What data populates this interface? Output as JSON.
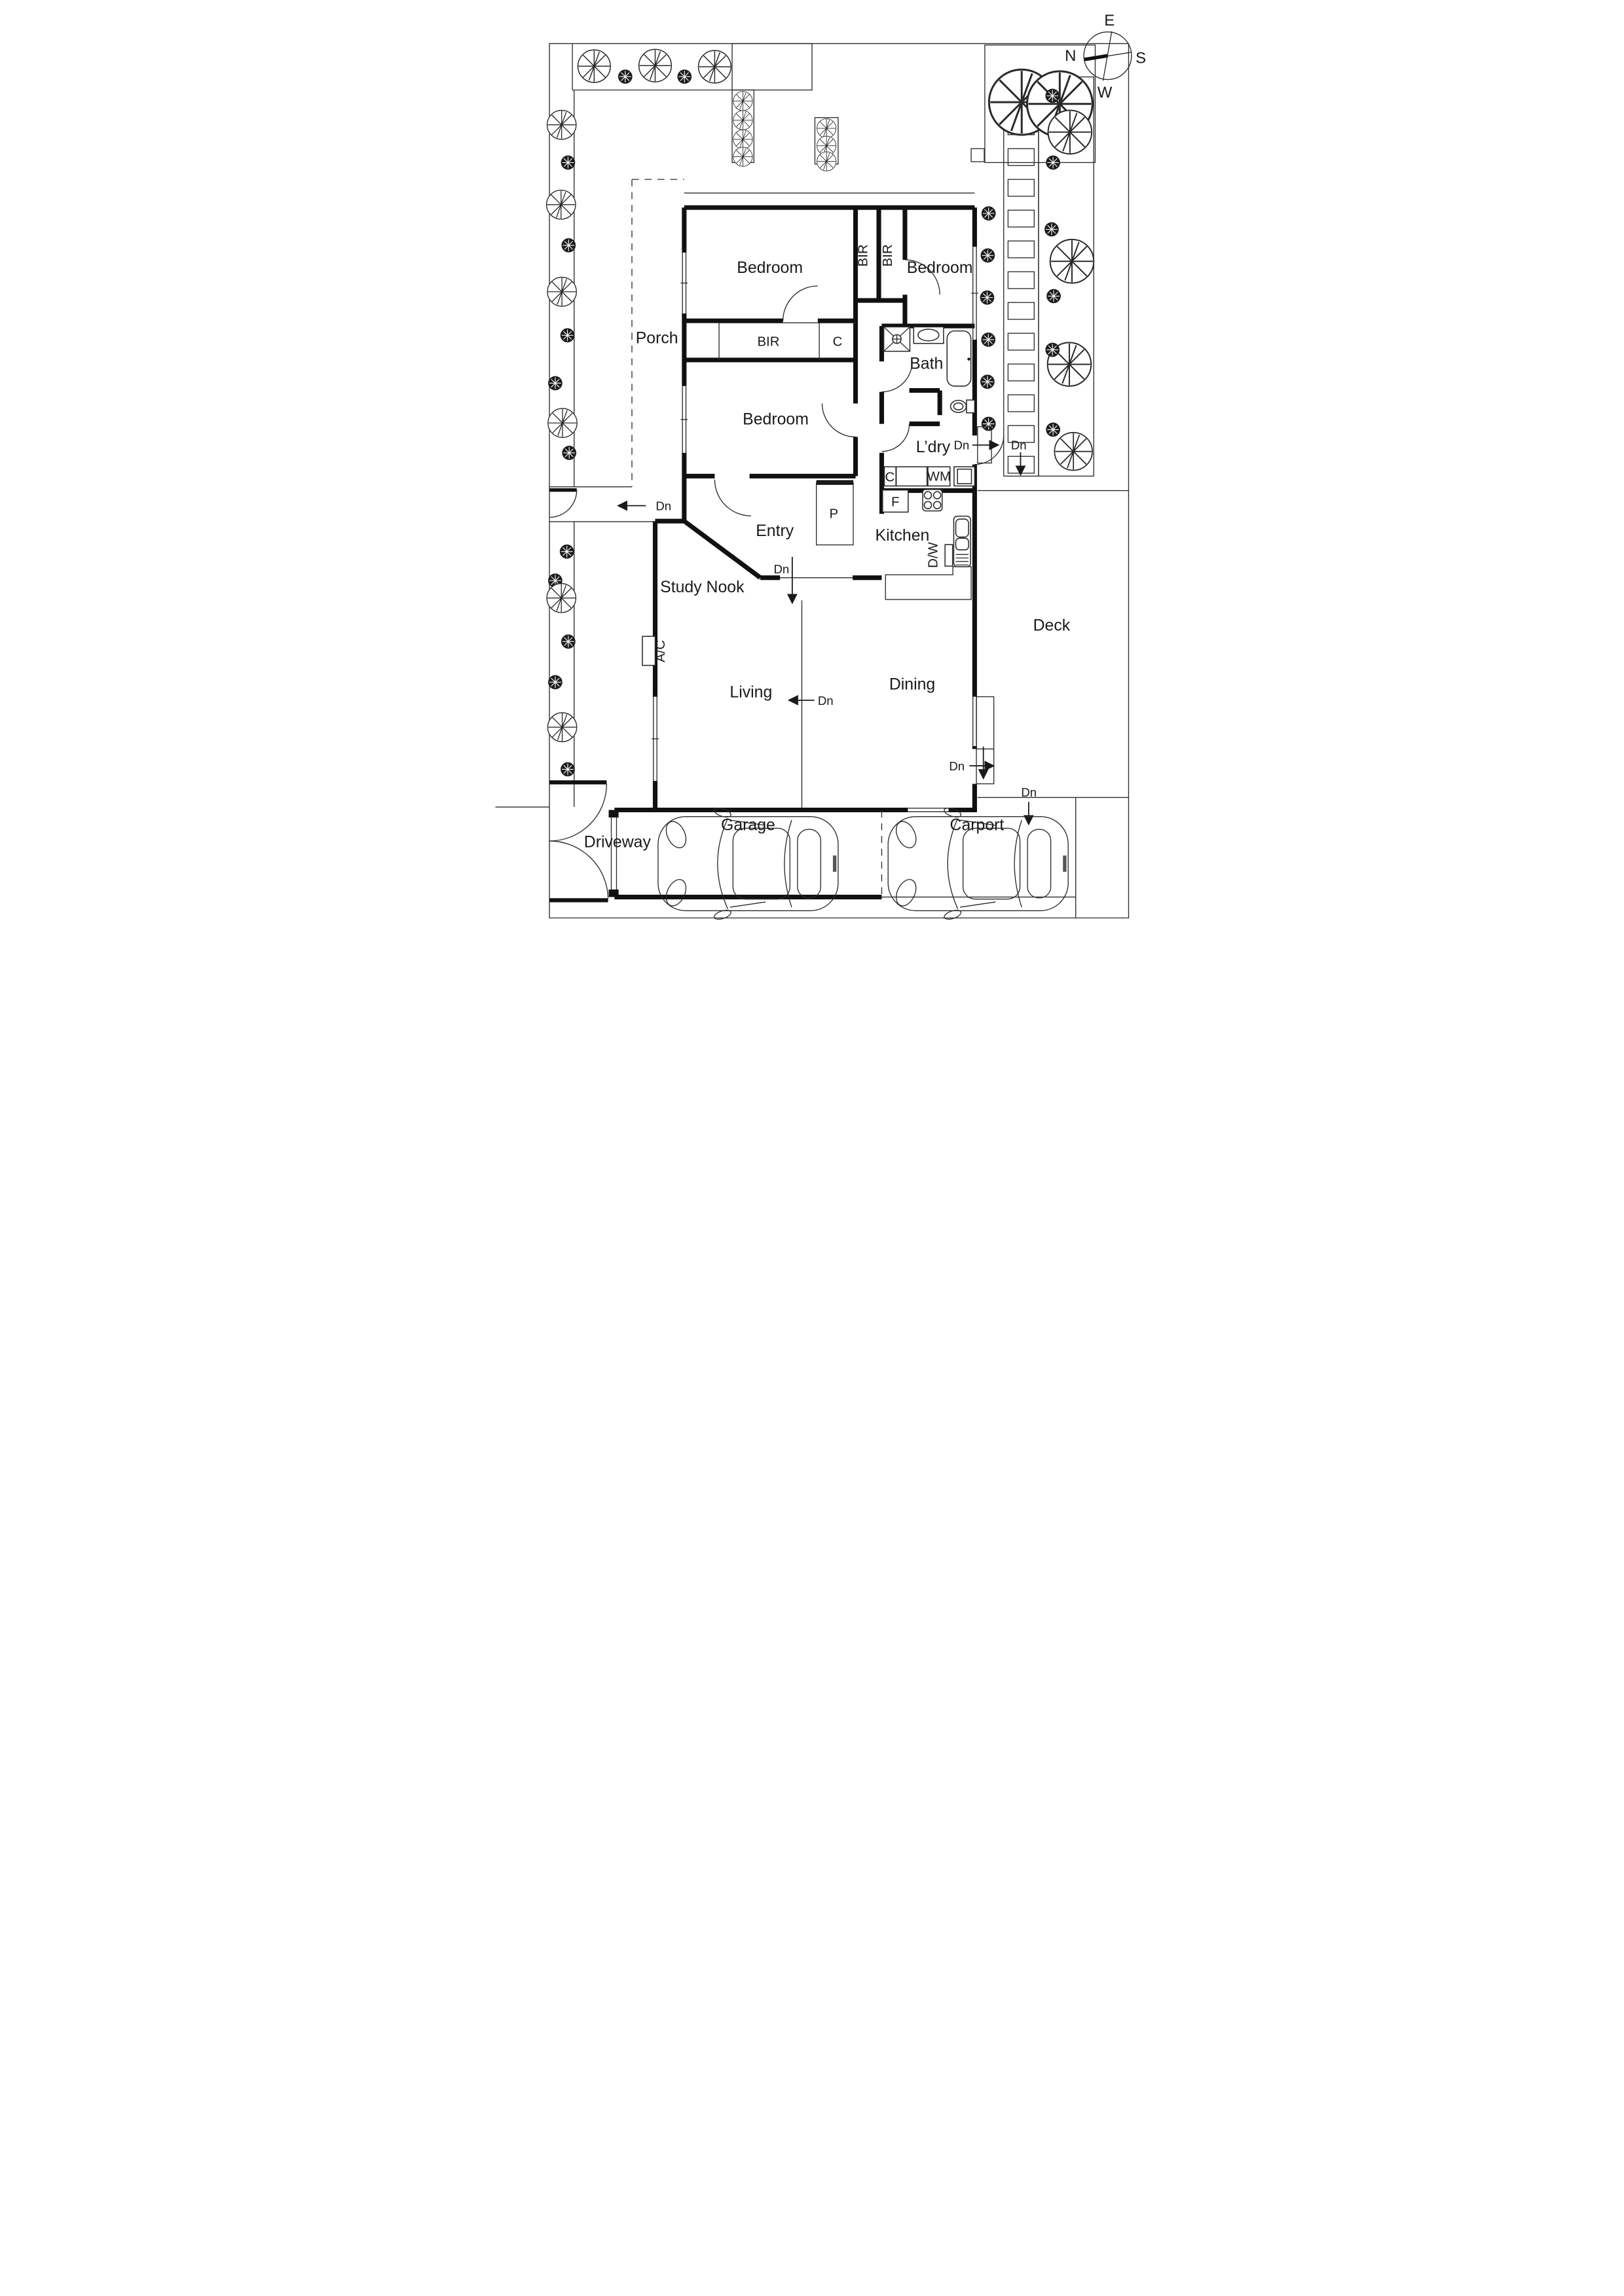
{
  "compass": {
    "n": "N",
    "e": "E",
    "s": "S",
    "w": "W"
  },
  "rooms": {
    "bedroom1": "Bedroom",
    "bedroom2": "Bedroom",
    "bedroom3": "Bedroom",
    "bath": "Bath",
    "laundry": "L’dry",
    "kitchen": "Kitchen",
    "dining": "Dining",
    "living": "Living",
    "study_nook": "Study Nook",
    "entry": "Entry",
    "porch": "Porch",
    "deck": "Deck",
    "garage": "Garage",
    "carport": "Carport",
    "driveway": "Driveway"
  },
  "fixtures": {
    "bir_vertical_1": "BIR",
    "bir_vertical_2": "BIR",
    "bir_bedroom1": "BIR",
    "closet_hall": "C",
    "closet_laundry": "C",
    "pantry": "P",
    "fridge": "F",
    "washing_machine": "WM",
    "dishwasher": "D/W",
    "air_conditioner": "A/C"
  },
  "steps": {
    "dn": "Dn"
  }
}
